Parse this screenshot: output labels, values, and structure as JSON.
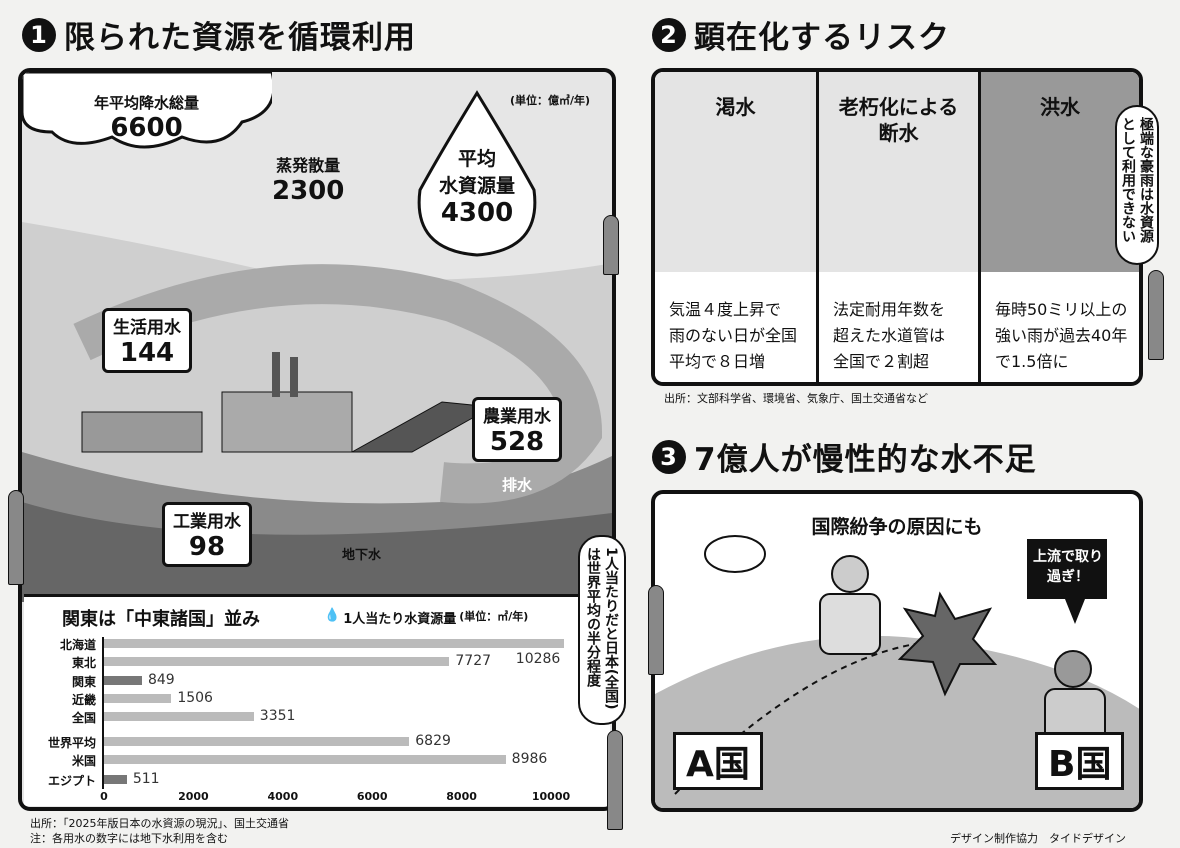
{
  "section1": {
    "number": "1",
    "title": "限られた資源を循環利用",
    "unit": "(単位：億㎥/年)",
    "precipitation": {
      "label": "年平均降水総量",
      "value": "6600"
    },
    "evaporation": {
      "label": "蒸発散量",
      "value": "2300"
    },
    "resources": {
      "label1": "平均",
      "label2": "水資源量",
      "value": "4300"
    },
    "domestic": {
      "label": "生活用水",
      "value": "144"
    },
    "industrial": {
      "label": "工業用水",
      "value": "98"
    },
    "agricultural": {
      "label": "農業用水",
      "value": "528"
    },
    "drainage": "排水",
    "groundwater": "地下水",
    "speech": "1人当たりだと日本(全国)は世界平均の半分程度",
    "source": "出所：「2025年版日本の水資源の現況」、国土交通省",
    "note": "注：各用水の数字には地下水利用を含む"
  },
  "chart_data": {
    "type": "bar",
    "title": "関東は「中東諸国」並み",
    "legend": "1人当たり水資源量",
    "unit": "(単位：㎥/年)",
    "categories": [
      "北海道",
      "東北",
      "関東",
      "近畿",
      "全国",
      "世界平均",
      "米国",
      "エジプト"
    ],
    "values": [
      10286,
      7727,
      849,
      1506,
      3351,
      6829,
      8986,
      511
    ],
    "highlight": [
      "関東",
      "エジプト"
    ],
    "xticks": [
      0,
      2000,
      4000,
      6000,
      8000,
      10000
    ],
    "xlim": [
      0,
      10300
    ],
    "orientation": "horizontal"
  },
  "section2": {
    "number": "2",
    "title": "顕在化するリスク",
    "cells": [
      {
        "head": "渇水",
        "lines": [
          "気温４度上昇で",
          "雨のない日が全国",
          "平均で８日増"
        ]
      },
      {
        "head": "老朽化による断水",
        "lines": [
          "法定耐用年数を",
          "超えた水道管は",
          "全国で２割超"
        ]
      },
      {
        "head": "洪水",
        "lines": [
          "毎時50ミリ以上の",
          "強い雨が過去40年",
          "で1.5倍に"
        ]
      }
    ],
    "speech": "極端な豪雨は水資源として利用できない",
    "source": "出所：文部科学省、環境省、気象庁、国土交通省など"
  },
  "section3": {
    "number": "3",
    "title": "7億人が慢性的な水不足",
    "caption": "国際紛争の原因にも",
    "shout": "上流で取り過ぎ！",
    "country_a": "A国",
    "country_b": "B国"
  },
  "credit": "デザイン制作協力　タイドデザイン"
}
